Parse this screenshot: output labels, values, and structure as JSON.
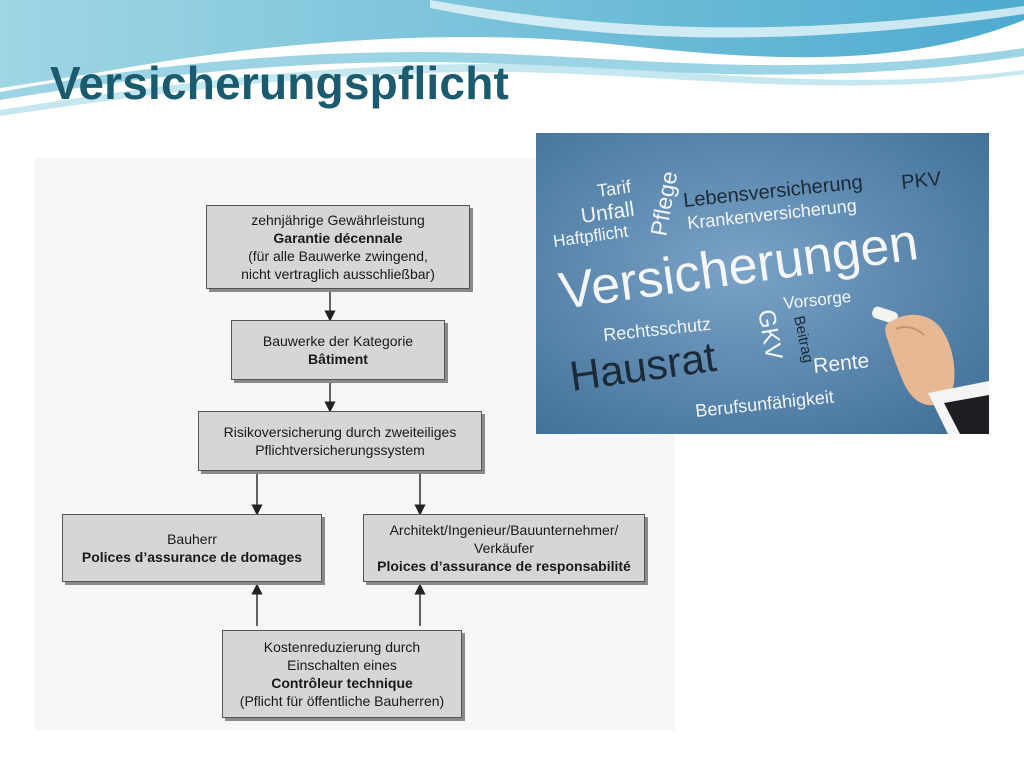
{
  "slide": {
    "title": "Versicherungspflicht"
  },
  "flowchart": {
    "box1": {
      "line1": "zehnjährige Gewährleistung",
      "line2": "Garantie décennale",
      "line3": "(für alle Bauwerke zwingend,",
      "line4": "nicht vertraglich ausschließbar)"
    },
    "box2": {
      "line1": "Bauwerke der Kategorie",
      "line2": "Bâtiment"
    },
    "box3": {
      "line1": "Risikoversicherung durch zweiteiliges",
      "line2": "Pflichtversicherungssystem"
    },
    "box4": {
      "line1": "Bauherr",
      "line2": "Polices d’assurance de domages"
    },
    "box5": {
      "line1": "Architekt/Ingenieur/Bauunternehmer/",
      "line2": "Verkäufer",
      "line3": "Ploices d’assurance de responsabilité"
    },
    "box6": {
      "line1": "Kostenreduzierung durch",
      "line2": "Einschalten eines",
      "line3": "Contrôleur technique",
      "line4": "(Pflicht für öffentliche Bauherren)"
    }
  },
  "photo": {
    "words": {
      "w1": "Tarif",
      "w2": "Unfall",
      "w3": "Haftpflicht",
      "w4": "Pflege",
      "w5": "Lebensversicherung",
      "w6": "PKV",
      "w7": "Krankenversicherung",
      "w8": "Versicherungen",
      "w9": "Vorsorge",
      "w10": "Rechtsschutz",
      "w11": "GKV",
      "w12": "Beitrag",
      "w13": "Hausrat",
      "w14": "Rente",
      "w15": "Berufsunfähigkeit"
    }
  }
}
